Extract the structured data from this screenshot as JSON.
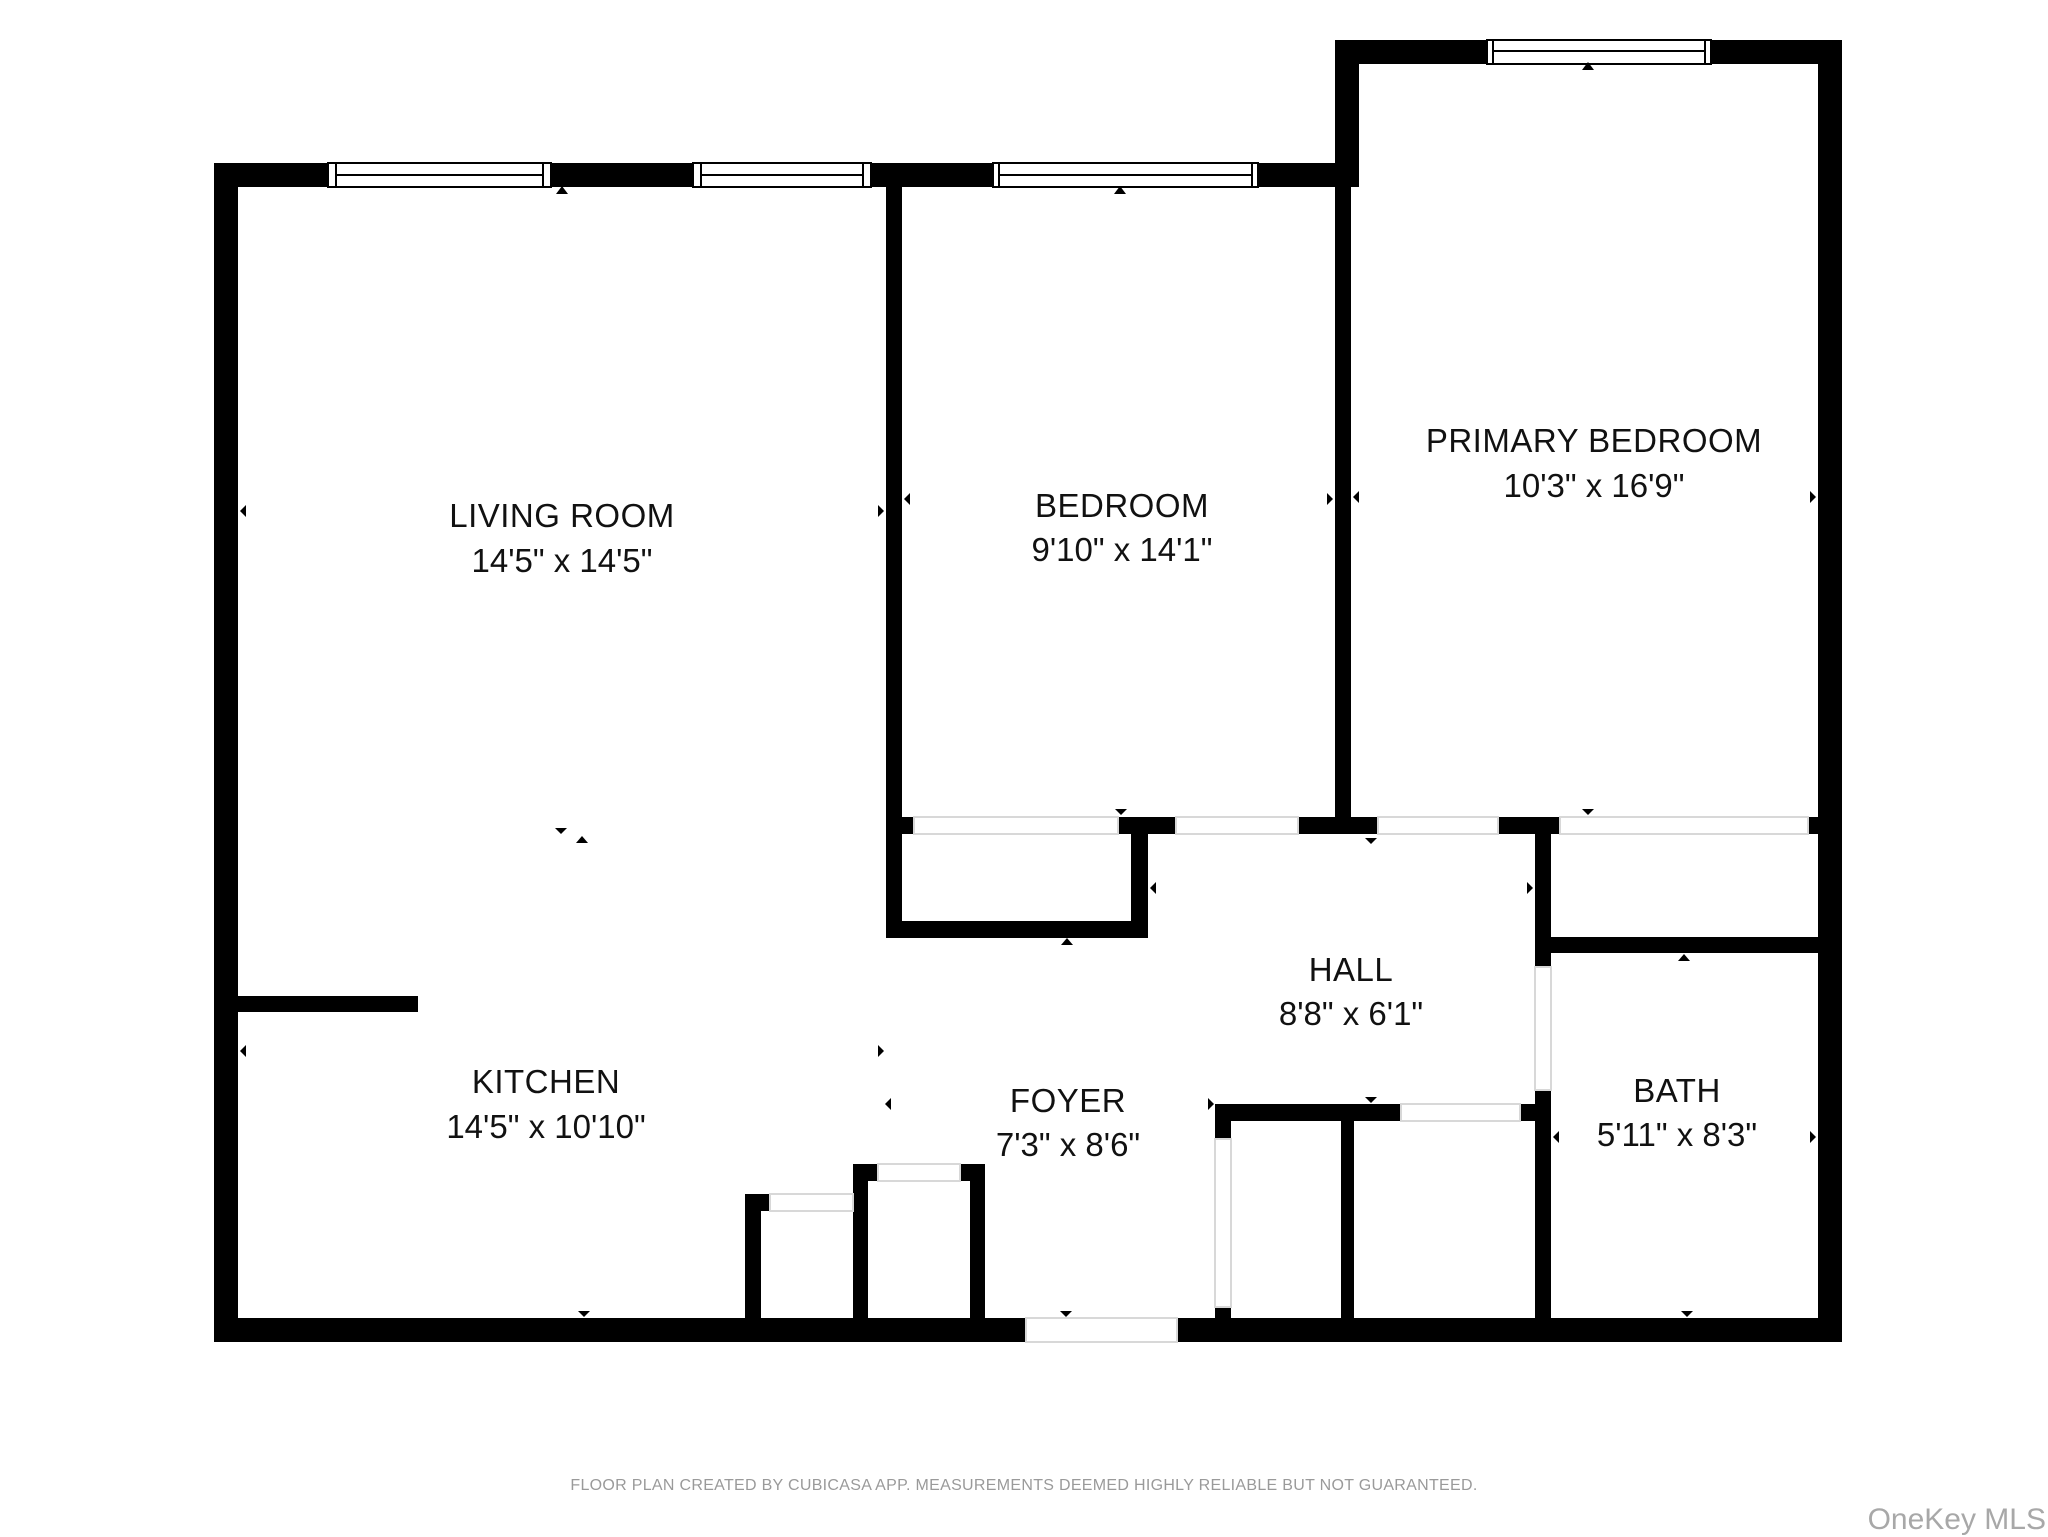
{
  "floor_plan": {
    "rooms": {
      "living_room": {
        "name": "LIVING ROOM",
        "dimensions": "14'5\" x 14'5\""
      },
      "bedroom": {
        "name": "BEDROOM",
        "dimensions": "9'10\" x 14'1\""
      },
      "primary_bedroom": {
        "name": "PRIMARY BEDROOM",
        "dimensions": "10'3\" x 16'9\""
      },
      "hall": {
        "name": "HALL",
        "dimensions": "8'8\" x 6'1\""
      },
      "kitchen": {
        "name": "KITCHEN",
        "dimensions": "14'5\" x 10'10\""
      },
      "foyer": {
        "name": "FOYER",
        "dimensions": "7'3\" x 8'6\""
      },
      "bath": {
        "name": "BATH",
        "dimensions": "5'11\" x 8'3\""
      }
    },
    "colors": {
      "wall": "#000000",
      "background": "#ffffff",
      "footer_text": "#9a9a9a",
      "watermark": "#a8a8a8"
    }
  },
  "footer": {
    "disclaimer": "FLOOR PLAN CREATED BY CUBICASA APP. MEASUREMENTS DEEMED HIGHLY RELIABLE BUT NOT GUARANTEED.",
    "watermark": "OneKey MLS"
  }
}
